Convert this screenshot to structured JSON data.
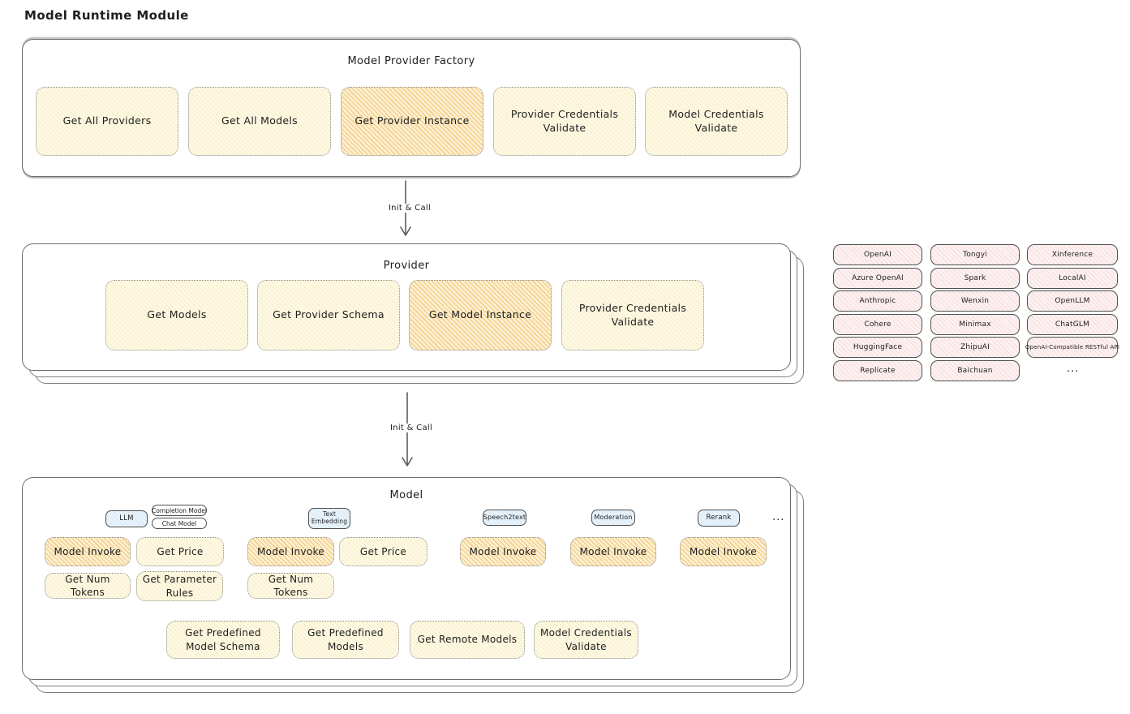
{
  "page_title": "Model Runtime Module",
  "arrows": {
    "init_call_1": "Init & Call",
    "init_call_2": "Init & Call"
  },
  "factory": {
    "title": "Model Provider Factory",
    "buttons": [
      {
        "label": "Get All Providers",
        "variant": "yellow"
      },
      {
        "label": "Get All Models",
        "variant": "yellow"
      },
      {
        "label": "Get Provider Instance",
        "variant": "orange"
      },
      {
        "label": "Provider Credentials Validate",
        "variant": "yellow"
      },
      {
        "label": "Model Credentials Validate",
        "variant": "yellow"
      }
    ]
  },
  "provider": {
    "title": "Provider",
    "buttons": [
      {
        "label": "Get Models",
        "variant": "yellow"
      },
      {
        "label": "Get Provider Schema",
        "variant": "yellow"
      },
      {
        "label": "Get Model Instance",
        "variant": "orange"
      },
      {
        "label": "Provider Credentials Validate",
        "variant": "yellow"
      }
    ]
  },
  "providers_list": {
    "col1": [
      "OpenAI",
      "Azure OpenAI",
      "Anthropic",
      "Cohere",
      "HuggingFace",
      "Replicate"
    ],
    "col2": [
      "Tongyi",
      "Spark",
      "Wenxin",
      "Minimax",
      "ZhipuAI",
      "Baichuan"
    ],
    "col3": [
      "Xinference",
      "LocalAI",
      "OpenLLM",
      "ChatGLM",
      "OpenAI-Compatible RESTful API"
    ],
    "more": "..."
  },
  "model": {
    "title": "Model",
    "types": {
      "llm": "LLM",
      "completion": "Completion Model",
      "chat": "Chat Model",
      "text_embedding": "Text Embedding",
      "speech2text": "Speech2text",
      "moderation": "Moderation",
      "rerank": "Rerank",
      "more": "..."
    },
    "ops": {
      "model_invoke": "Model Invoke",
      "get_price": "Get Price",
      "get_num_tokens": "Get Num Tokens",
      "get_parameter_rules": "Get Parameter Rules"
    },
    "bottom_buttons": [
      {
        "label": "Get Predefined Model Schema"
      },
      {
        "label": "Get Predefined Models"
      },
      {
        "label": "Get Remote Models"
      },
      {
        "label": "Model Credentials Validate"
      }
    ]
  },
  "colors": {
    "yellow_fill": "#fdf6dd",
    "orange_fill": "#f8dca4",
    "pink_fill": "#fcecec",
    "blue_fill": "#ddecf9",
    "border_dark": "#4f4f4f",
    "border_box": "#6e6e6e"
  }
}
